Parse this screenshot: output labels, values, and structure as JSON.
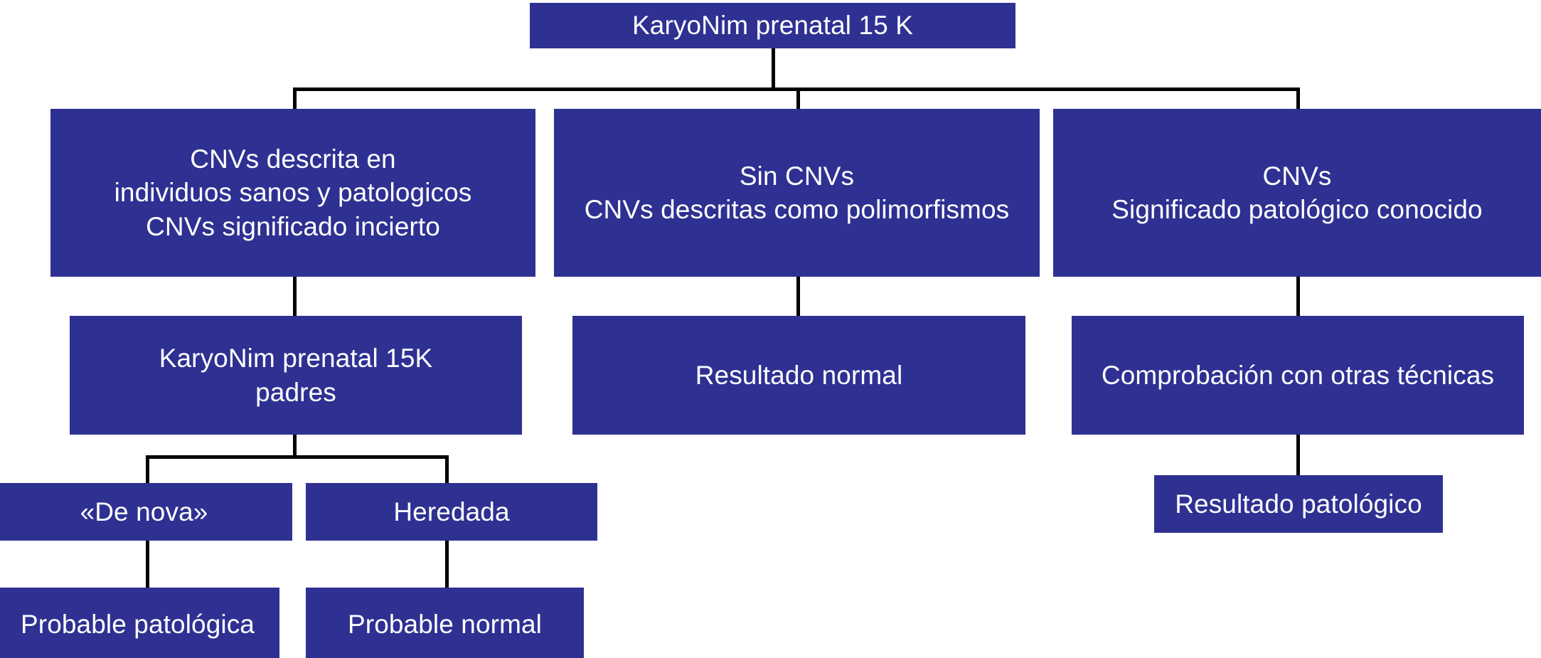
{
  "diagram": {
    "title": "KaryoNim prenatal 15 K decision flowchart",
    "accent_color": "#2E3192",
    "text_color": "#FFFFFF",
    "connector_color": "#000000",
    "background_color": "#FFFFFF",
    "type": "flowchart",
    "nodes": {
      "root": "KaryoNim prenatal 15 K",
      "branch_uncertain": "CNVs descrita en\nindividuos sanos y patologicos\nCNVs significado incierto",
      "branch_none": "Sin CNVs\nCNVs descritas como polimorfismos",
      "branch_pathological": "CNVs\nSignificado patológico conocido",
      "parents_test": "KaryoNim prenatal 15K\npadres",
      "normal_result": "Resultado normal",
      "verification": "Comprobación con otras técnicas",
      "de_novo": "«De nova»",
      "inherited": "Heredada",
      "pathological_result": "Resultado patológico",
      "probable_pathological": "Probable patológica",
      "probable_normal": "Probable normal"
    },
    "edges": [
      {
        "from": "root",
        "to": "branch_uncertain"
      },
      {
        "from": "root",
        "to": "branch_none"
      },
      {
        "from": "root",
        "to": "branch_pathological"
      },
      {
        "from": "branch_uncertain",
        "to": "parents_test"
      },
      {
        "from": "branch_none",
        "to": "normal_result"
      },
      {
        "from": "branch_pathological",
        "to": "verification"
      },
      {
        "from": "parents_test",
        "to": "de_novo"
      },
      {
        "from": "parents_test",
        "to": "inherited"
      },
      {
        "from": "verification",
        "to": "pathological_result"
      },
      {
        "from": "de_novo",
        "to": "probable_pathological"
      },
      {
        "from": "inherited",
        "to": "probable_normal"
      }
    ]
  }
}
